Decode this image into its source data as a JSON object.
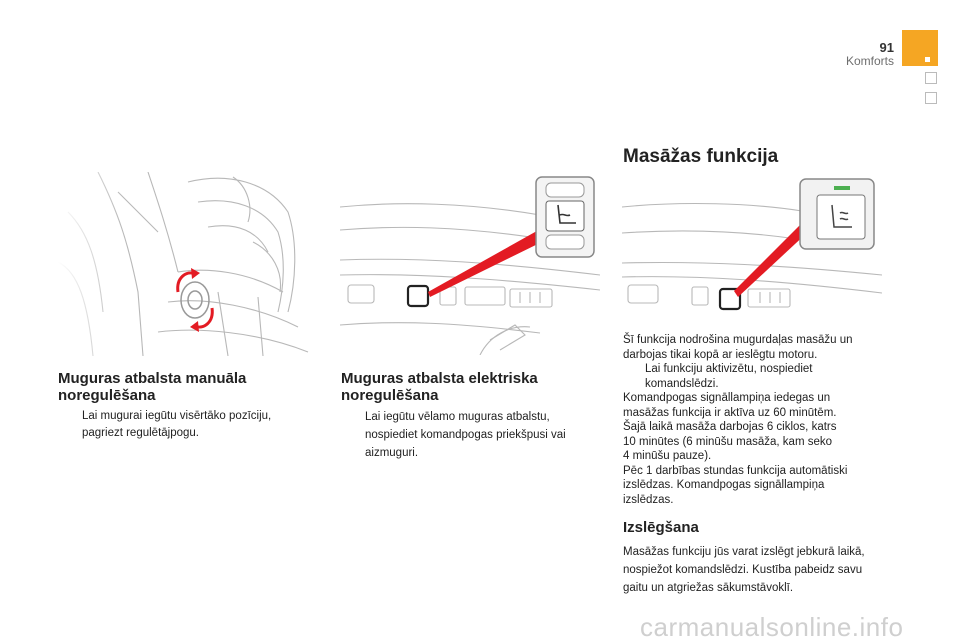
{
  "header": {
    "page_number": "91",
    "section": "Komforts"
  },
  "colors": {
    "accent_tab": "#f5a623",
    "pointer_red": "#e31b23",
    "indicator_green": "#4caf50"
  },
  "manual": {
    "title_line1": "Muguras atbalsta manuāla",
    "title_line2": "noregulēšana",
    "bullet_marker": "",
    "bullet_line1": "Lai mugurai iegūtu visērtāko pozīciju,",
    "bullet_line2": "pagriezt regulētājpogu."
  },
  "electric": {
    "title_line1": "Muguras atbalsta elektriska",
    "title_line2": "noregulēšana",
    "bullet_marker": "",
    "bullet_line1": "Lai iegūtu vēlamo muguras atbalstu,",
    "bullet_line2": "nospiediet komandpogas priekšpusi vai",
    "bullet_line3": "aizmuguri."
  },
  "massage": {
    "title": "Masāžas funkcija",
    "lines": [
      "Šī funkcija nodrošina mugurdaļas masāžu un",
      "darbojas tikai kopā ar ieslēgtu motoru."
    ],
    "bullet_marker": "",
    "bullet_line1": "Lai funkciju aktivizētu, nospiediet",
    "bullet_line2": "komandslēdzi.",
    "lines2": [
      "Komandpogas signāllampiņa iedegas un",
      "masāžas funkcija ir aktīva uz 60 minūtēm.",
      "Šajā laikā masāža darbojas 6 ciklos, katrs",
      "10 minūtes (6 minūšu masāža, kam seko",
      "4 minūšu pauze).",
      "Pēc 1 darbības stundas funkcija automātiski",
      "izslēdzas. Komandpogas signāllampiņa",
      "izslēdzas."
    ]
  },
  "switch_off": {
    "title": "Izslēgšana",
    "lines": [
      "Masāžas funkciju jūs varat izslēgt jebkurā laikā,",
      "nospiežot komandslēdzi. Kustība pabeidz savu",
      "gaitu un atgriežas sākumstāvoklī."
    ]
  },
  "watermark": "carmanualsonline.info"
}
